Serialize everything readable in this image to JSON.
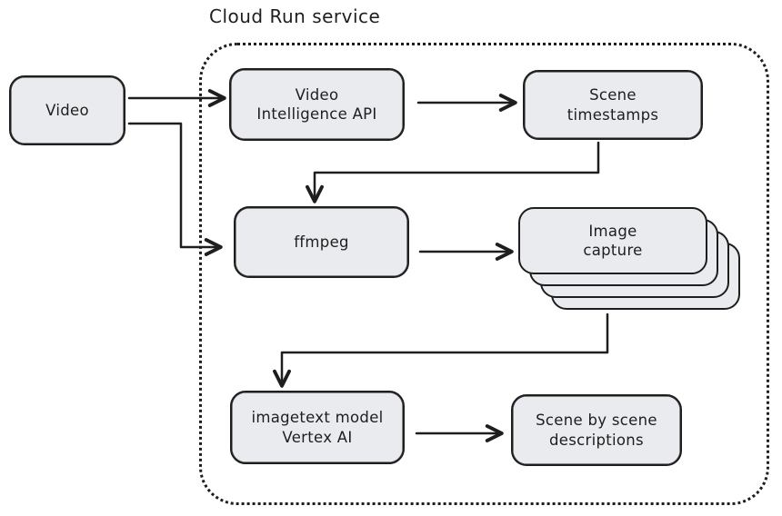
{
  "title": "Cloud Run service",
  "colors": {
    "stroke": "#1e1e1e",
    "node_fill": "#e9ebee",
    "background": "#ffffff"
  },
  "group": {
    "label": "Cloud Run service",
    "border_style": "dotted"
  },
  "nodes": {
    "video": {
      "label": "Video"
    },
    "video_intelligence_api": {
      "label": "Video\nIntelligence API"
    },
    "scene_timestamps": {
      "label": "Scene\ntimestamps"
    },
    "ffmpeg": {
      "label": "ffmpeg"
    },
    "image_capture": {
      "label": "Image\ncapture",
      "stack_count": 4
    },
    "imagetext_model": {
      "label": "imagetext model\nVertex AI"
    },
    "scene_descriptions": {
      "label": "Scene by scene\ndescriptions"
    }
  },
  "edges": [
    {
      "from": "video",
      "to": "video_intelligence_api"
    },
    {
      "from": "video",
      "to": "ffmpeg"
    },
    {
      "from": "video_intelligence_api",
      "to": "scene_timestamps"
    },
    {
      "from": "scene_timestamps",
      "to": "ffmpeg"
    },
    {
      "from": "ffmpeg",
      "to": "image_capture"
    },
    {
      "from": "image_capture",
      "to": "imagetext_model"
    },
    {
      "from": "imagetext_model",
      "to": "scene_descriptions"
    }
  ]
}
